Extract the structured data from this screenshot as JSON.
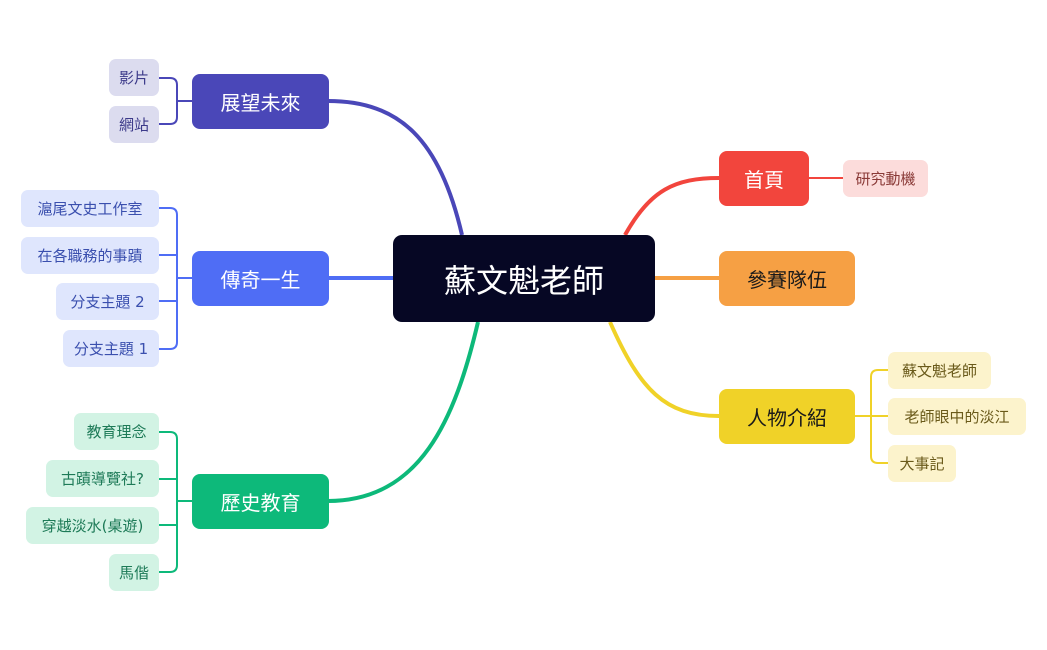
{
  "root": {
    "label": "蘇文魁老師",
    "color": "#060724"
  },
  "branches": {
    "zhanwang": {
      "label": "展望未來",
      "color": "#4a47b8",
      "leaf_bg": "#dcdcef",
      "leaf_text": "#3c3a8a",
      "leaves": [
        "影片",
        "網站"
      ]
    },
    "chuanqi": {
      "label": "傳奇一生",
      "color": "#4f6df5",
      "leaf_bg": "#dfe6fd",
      "leaf_text": "#3a4fae",
      "leaves": [
        "滬尾文史工作室",
        "在各職務的事蹟",
        "分支主題 2",
        "分支主題 1"
      ]
    },
    "lishi": {
      "label": "歷史教育",
      "color": "#0db97a",
      "leaf_bg": "#d2f3e4",
      "leaf_text": "#1d7a57",
      "leaves": [
        "教育理念",
        "古蹟導覽社?",
        "穿越淡水(桌遊)",
        "馬偕"
      ]
    },
    "shouye": {
      "label": "首頁",
      "color": "#f2453d",
      "leaf_bg": "#fcdcdb",
      "leaf_text": "#8a3a37",
      "leaves": [
        "研究動機"
      ]
    },
    "cansai": {
      "label": "參賽隊伍",
      "color": "#f6a044",
      "leaves": []
    },
    "renwu": {
      "label": "人物介紹",
      "color": "#f0d228",
      "leaf_bg": "#fcf3cc",
      "leaf_text": "#6a5a1a",
      "leaves": [
        "蘇文魁老師",
        "老師眼中的淡江",
        "大事記"
      ]
    }
  }
}
